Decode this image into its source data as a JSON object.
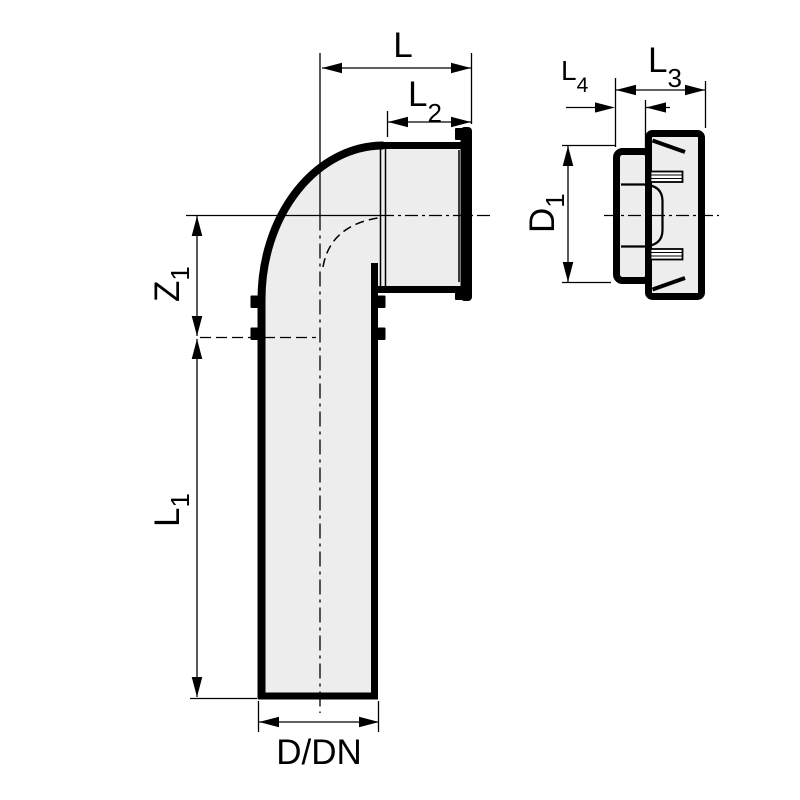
{
  "colors": {
    "line": "#000000",
    "body_fill": "#ededed",
    "background": "#ffffff"
  },
  "front_view": {
    "dim_L": {
      "main": "L"
    },
    "dim_L2": {
      "main": "L",
      "sub": "2"
    },
    "dim_Z1": {
      "main": "Z",
      "sub": "1"
    },
    "dim_L1": {
      "main": "L",
      "sub": "1"
    },
    "dim_DDN": {
      "main": "D/DN"
    }
  },
  "side_view": {
    "dim_L3": {
      "main": "L",
      "sub": "3"
    },
    "dim_L4": {
      "main": "L",
      "sub": "4"
    },
    "dim_D1": {
      "main": "D",
      "sub": "1"
    }
  }
}
